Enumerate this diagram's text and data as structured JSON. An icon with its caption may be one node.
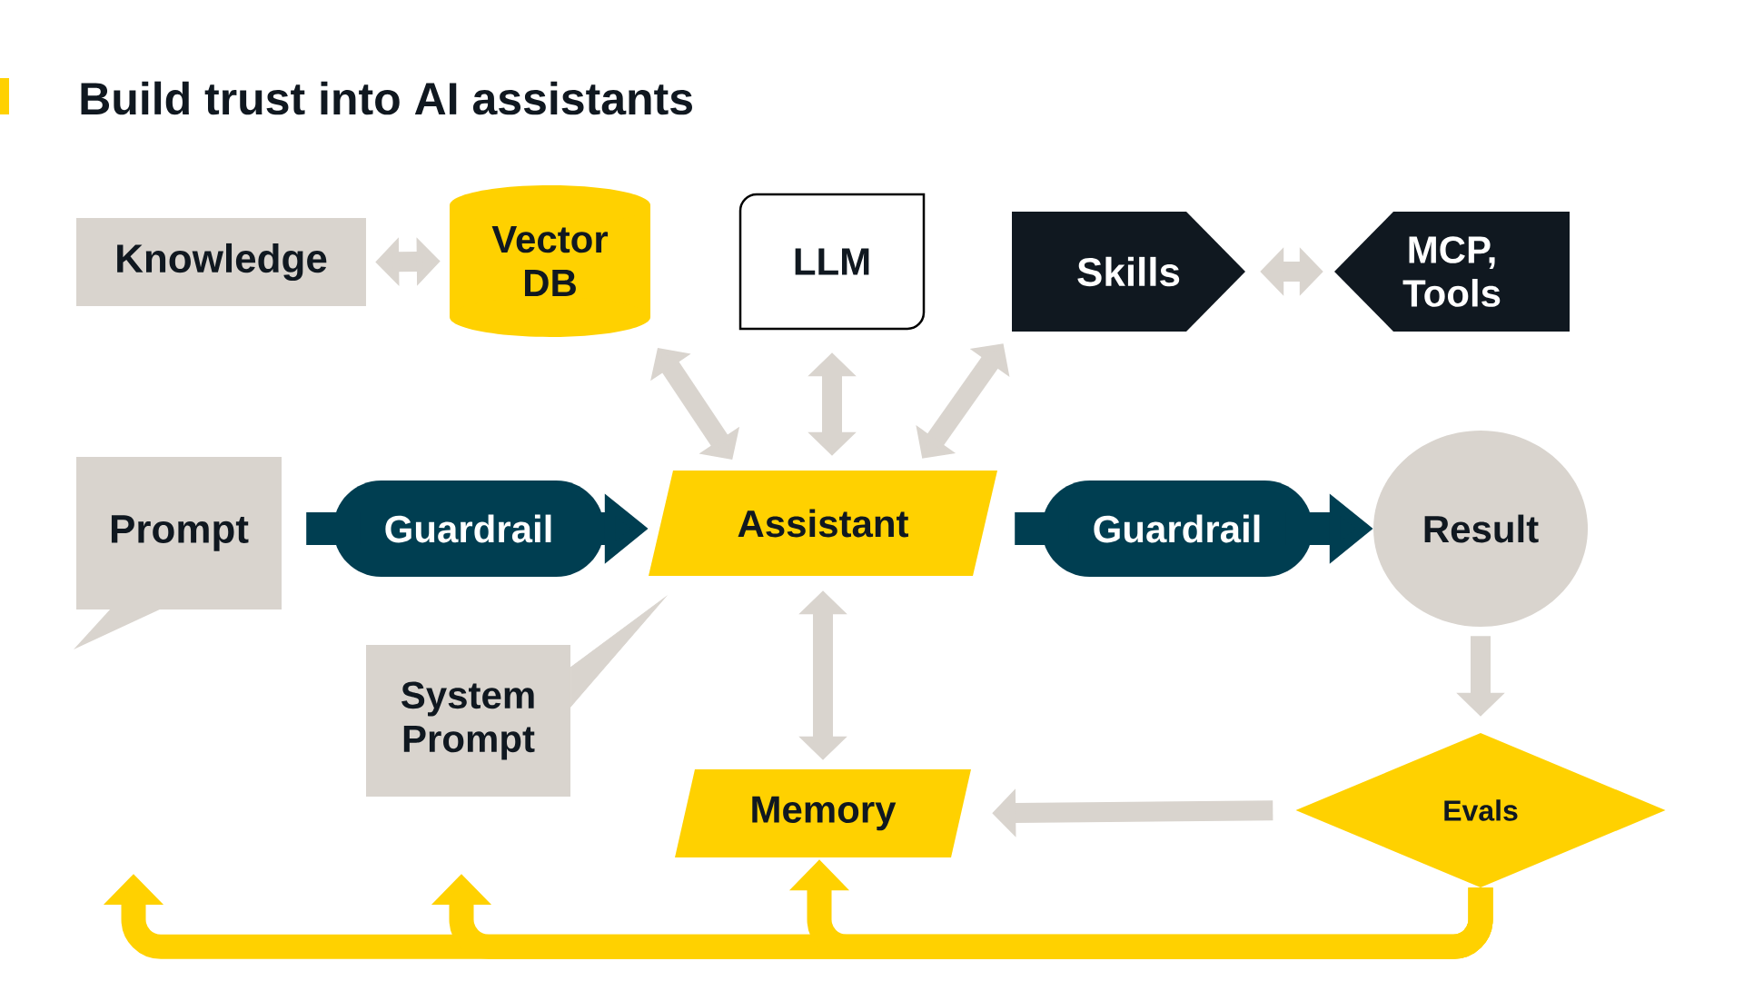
{
  "diagram": {
    "title": "Build trust into AI assistants",
    "nodes": [
      {
        "text": [
          "Knowledge"
        ]
      },
      {
        "text": [
          "Vector DB"
        ]
      },
      {
        "text": [
          "LLM"
        ]
      },
      {
        "text": [
          "Skills"
        ]
      },
      {
        "text": [
          "MCP, Tools"
        ]
      },
      {
        "text": [
          "Prompt"
        ]
      },
      {
        "text": [
          "Guardrail"
        ]
      },
      {
        "text": [
          "Assistant"
        ]
      },
      {
        "text": [
          "Guardrail"
        ]
      },
      {
        "text": [
          "Result"
        ]
      },
      {
        "text": [
          "System Prompt"
        ]
      },
      {
        "text": [
          "Memory"
        ]
      },
      {
        "text": [
          "Evals"
        ]
      }
    ],
    "edges": [
      {
        "from": 0,
        "to": 1,
        "arrow": "both"
      },
      {
        "from": 1,
        "to": 7,
        "arrow": "both"
      },
      {
        "from": 2,
        "to": 7,
        "arrow": "both"
      },
      {
        "from": 3,
        "to": 7,
        "arrow": "both"
      },
      {
        "from": 3,
        "to": 4,
        "arrow": "both"
      },
      {
        "from": 5,
        "to": 6,
        "arrow": "none",
        "color": "#003e51"
      },
      {
        "from": 6,
        "to": 7,
        "arrow": "to",
        "color": "#003e51"
      },
      {
        "from": 7,
        "to": 8,
        "arrow": "none",
        "color": "#003e51"
      },
      {
        "from": 8,
        "to": 9,
        "arrow": "to",
        "color": "#003e51"
      },
      {
        "from": 10,
        "to": 7,
        "arrow": "none"
      },
      {
        "from": 7,
        "to": 11,
        "arrow": "both"
      },
      {
        "from": 9,
        "to": 12,
        "arrow": "to"
      },
      {
        "from": 12,
        "to": 11,
        "arrow": "to"
      },
      {
        "from": 12,
        "to": null,
        "arrow": "to",
        "color": "#ffd100"
      },
      {
        "from": 12,
        "to": null,
        "arrow": "to",
        "color": "#ffd100"
      },
      {
        "from": 12,
        "to": 11,
        "arrow": "to",
        "color": "#ffd100"
      }
    ]
  }
}
